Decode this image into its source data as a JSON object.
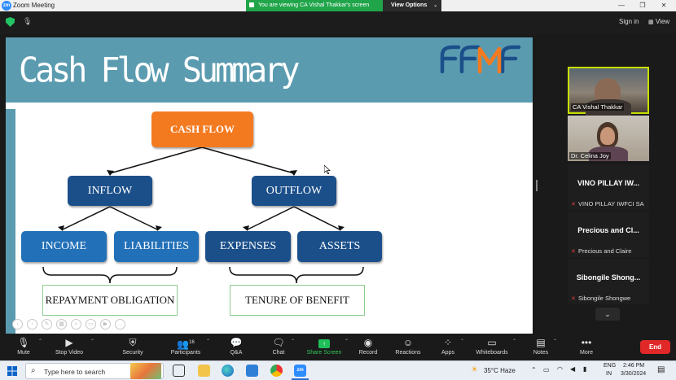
{
  "window": {
    "title": "Zoom Meeting",
    "app_icon": "zm",
    "share_banner": "You are viewing CA Vishal Thakkar's screen",
    "view_options": "View Options",
    "controls": {
      "minimize": "—",
      "maximize": "❐",
      "close": "✕"
    }
  },
  "topbar": {
    "sign_in": "Sign in",
    "view": "View"
  },
  "slide": {
    "title": "Cash Flow Summary",
    "nodes": {
      "root": "CASH FLOW",
      "inflow": "INFLOW",
      "outflow": "OUTFLOW",
      "income": "INCOME",
      "liabilities": "LIABILITIES",
      "expenses": "EXPENSES",
      "assets": "ASSETS",
      "repayment": "REPAYMENT OBLIGATION",
      "tenure": "TENURE OF BENEFIT"
    },
    "colors": {
      "header": "#5b9bb0",
      "root": "#f47a20",
      "level1": "#1b4f8a",
      "level2": "#2270b8",
      "outline": "#8fcc8f"
    }
  },
  "participants": [
    {
      "name": "CA Vishal Thakkar",
      "type": "video",
      "active": true
    },
    {
      "name": "Dr. Celina Joy",
      "type": "video",
      "active": false
    },
    {
      "display": "VINO PILLAY IW...",
      "name": "VINO PILLAY IWFCI SA",
      "type": "name",
      "muted": true
    },
    {
      "display": "Precious and Cl...",
      "name": "Precious and Claire",
      "type": "name",
      "muted": true
    },
    {
      "display": "Sibongile Shong...",
      "name": "Sibongile Shongwe",
      "type": "name",
      "muted": true
    }
  ],
  "toolbar": {
    "mute": "Mute",
    "stop_video": "Stop Video",
    "security": "Security",
    "participants": "Participants",
    "participants_count": "16",
    "qa": "Q&A",
    "chat": "Chat",
    "share_screen": "Share Screen",
    "record": "Record",
    "reactions": "Reactions",
    "apps": "Apps",
    "whiteboards": "Whiteboards",
    "notes": "Notes",
    "more": "More",
    "end": "End"
  },
  "taskbar": {
    "search_placeholder": "Type here to search",
    "weather": "35°C  Haze",
    "lang_top": "ENG",
    "lang_bottom": "IN",
    "time": "2:46 PM",
    "date": "3/30/2024"
  }
}
